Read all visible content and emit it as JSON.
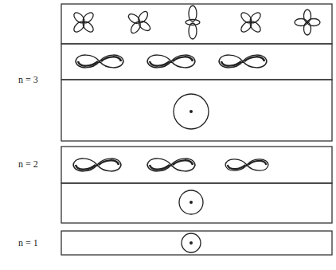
{
  "diagram": {
    "labels": [
      "n = 3",
      "n = 2",
      "n = 1"
    ]
  }
}
